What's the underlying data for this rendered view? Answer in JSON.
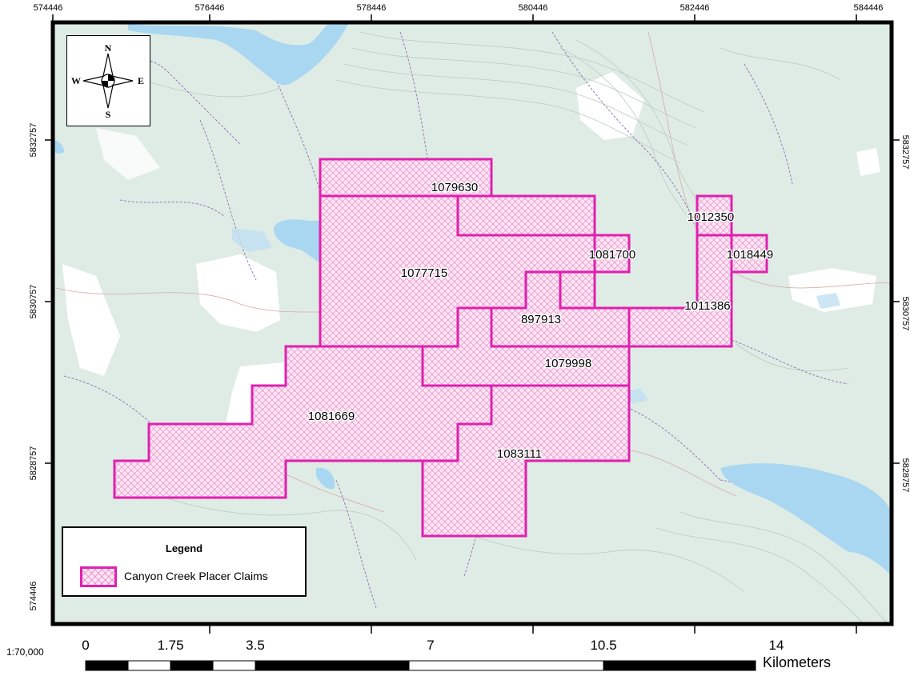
{
  "map": {
    "x_ticks": [
      "574446",
      "576446",
      "578446",
      "580446",
      "582446",
      "584446"
    ],
    "y_ticks_left": [
      "5832757",
      "5830757",
      "5828757",
      "574446"
    ],
    "y_ticks_right": [
      "5832757",
      "5830757",
      "5828757"
    ],
    "claims": [
      "1079630",
      "1077715",
      "1081700",
      "1012350",
      "1018449",
      "1011386",
      "897913",
      "1079998",
      "1081669",
      "1083111"
    ],
    "compass": {
      "n": "N",
      "s": "S",
      "e": "E",
      "w": "W"
    },
    "colors": {
      "claim_outline": "#e020b0",
      "claim_fill": "#fbe6f4",
      "water": "#a9d7f2",
      "land": "#dfece5",
      "clearing": "#ffffff"
    }
  },
  "legend": {
    "title": "Legend",
    "item": "Canyon Creek Placer Claims"
  },
  "scale": {
    "ratio": "1:70,000",
    "labels": [
      "0",
      "1.75",
      "3.5",
      "7",
      "10.5",
      "14"
    ],
    "unit": "Kilometers"
  }
}
